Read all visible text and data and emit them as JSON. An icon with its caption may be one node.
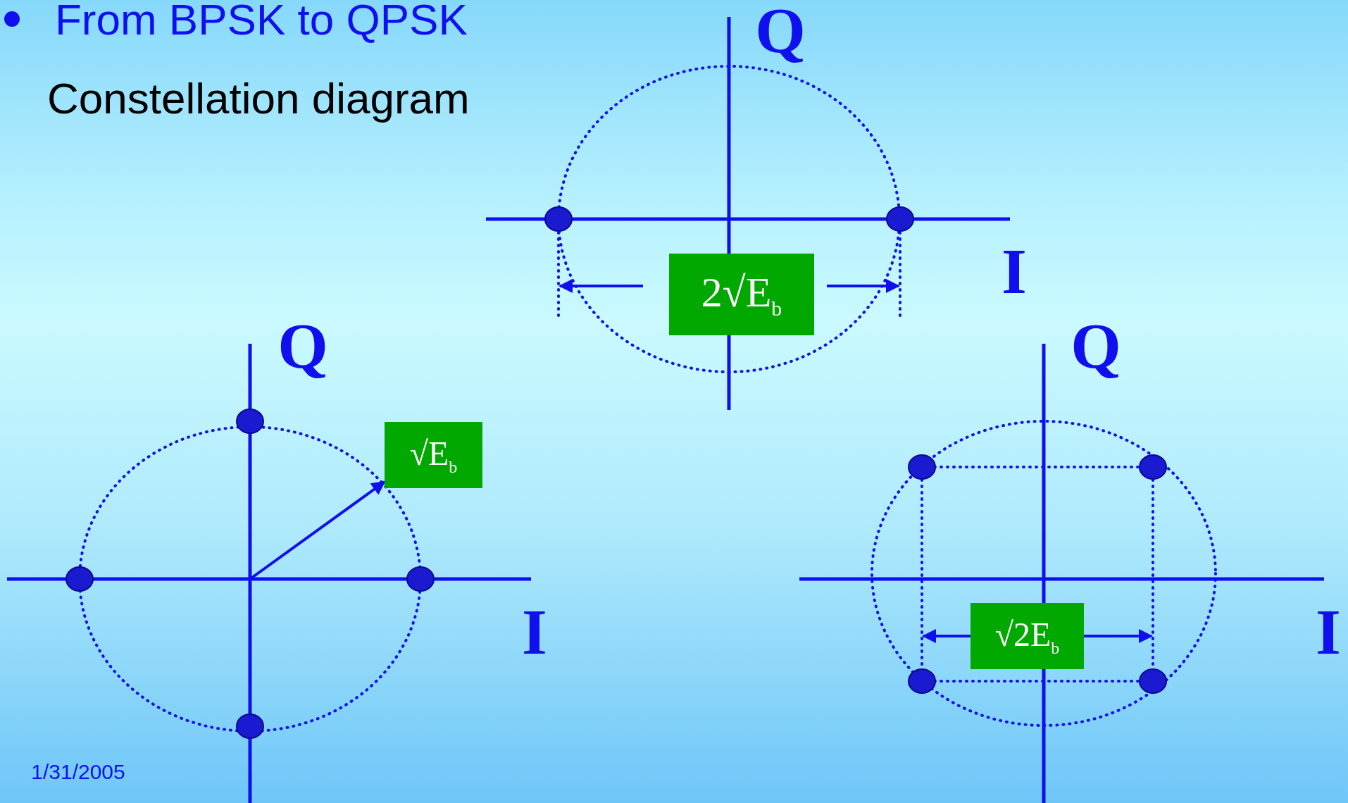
{
  "diagram": {
    "title": "From BPSK to QPSK",
    "nodes": [
      {
        "text": [
          "2√E$_{b}$"
        ]
      },
      {
        "text": [
          "√E$_{b}$"
        ]
      },
      {
        "text": [
          "√2E$_{b}$"
        ]
      }
    ],
    "labels": [
      "Constellation diagram",
      "Q",
      "I",
      "Q",
      "Q",
      "I",
      "I",
      "1/31/2005"
    ]
  }
}
